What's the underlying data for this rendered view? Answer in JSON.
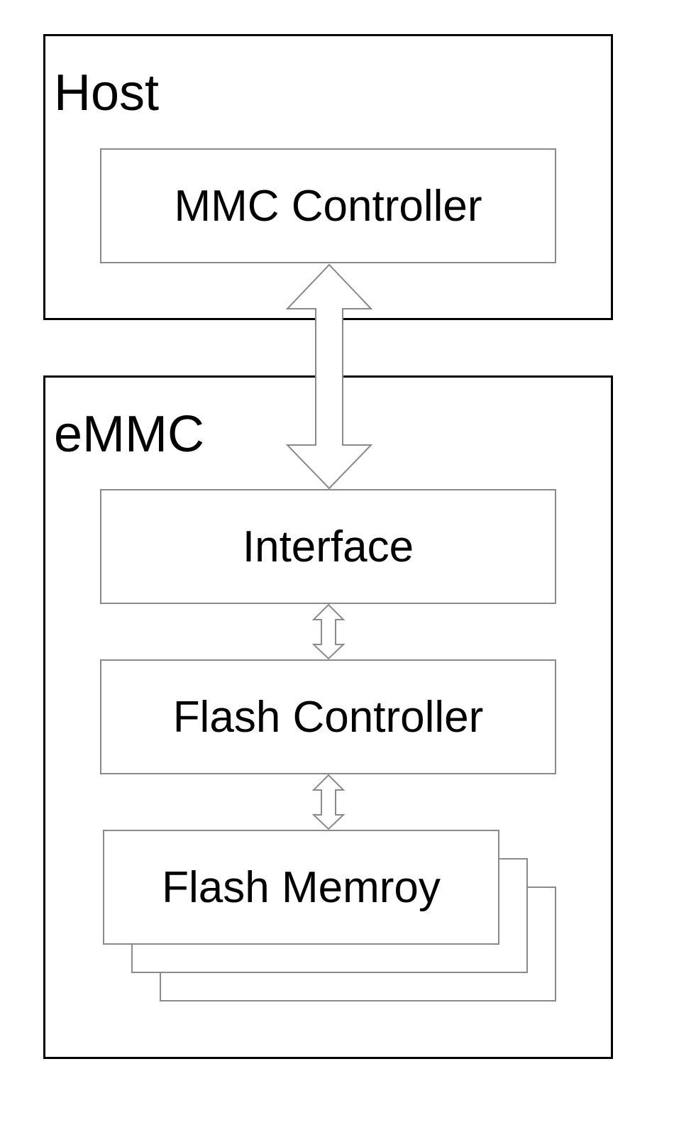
{
  "host": {
    "label": "Host",
    "controller_label": "MMC Controller"
  },
  "emmc": {
    "label": "eMMC",
    "interface_label": "Interface",
    "flash_controller_label": "Flash Controller",
    "flash_memory_label": "Flash Memroy"
  },
  "colors": {
    "container_border": "#000000",
    "block_border": "#8a8a8a",
    "arrow_stroke": "#8a8a8a",
    "background": "#ffffff"
  }
}
